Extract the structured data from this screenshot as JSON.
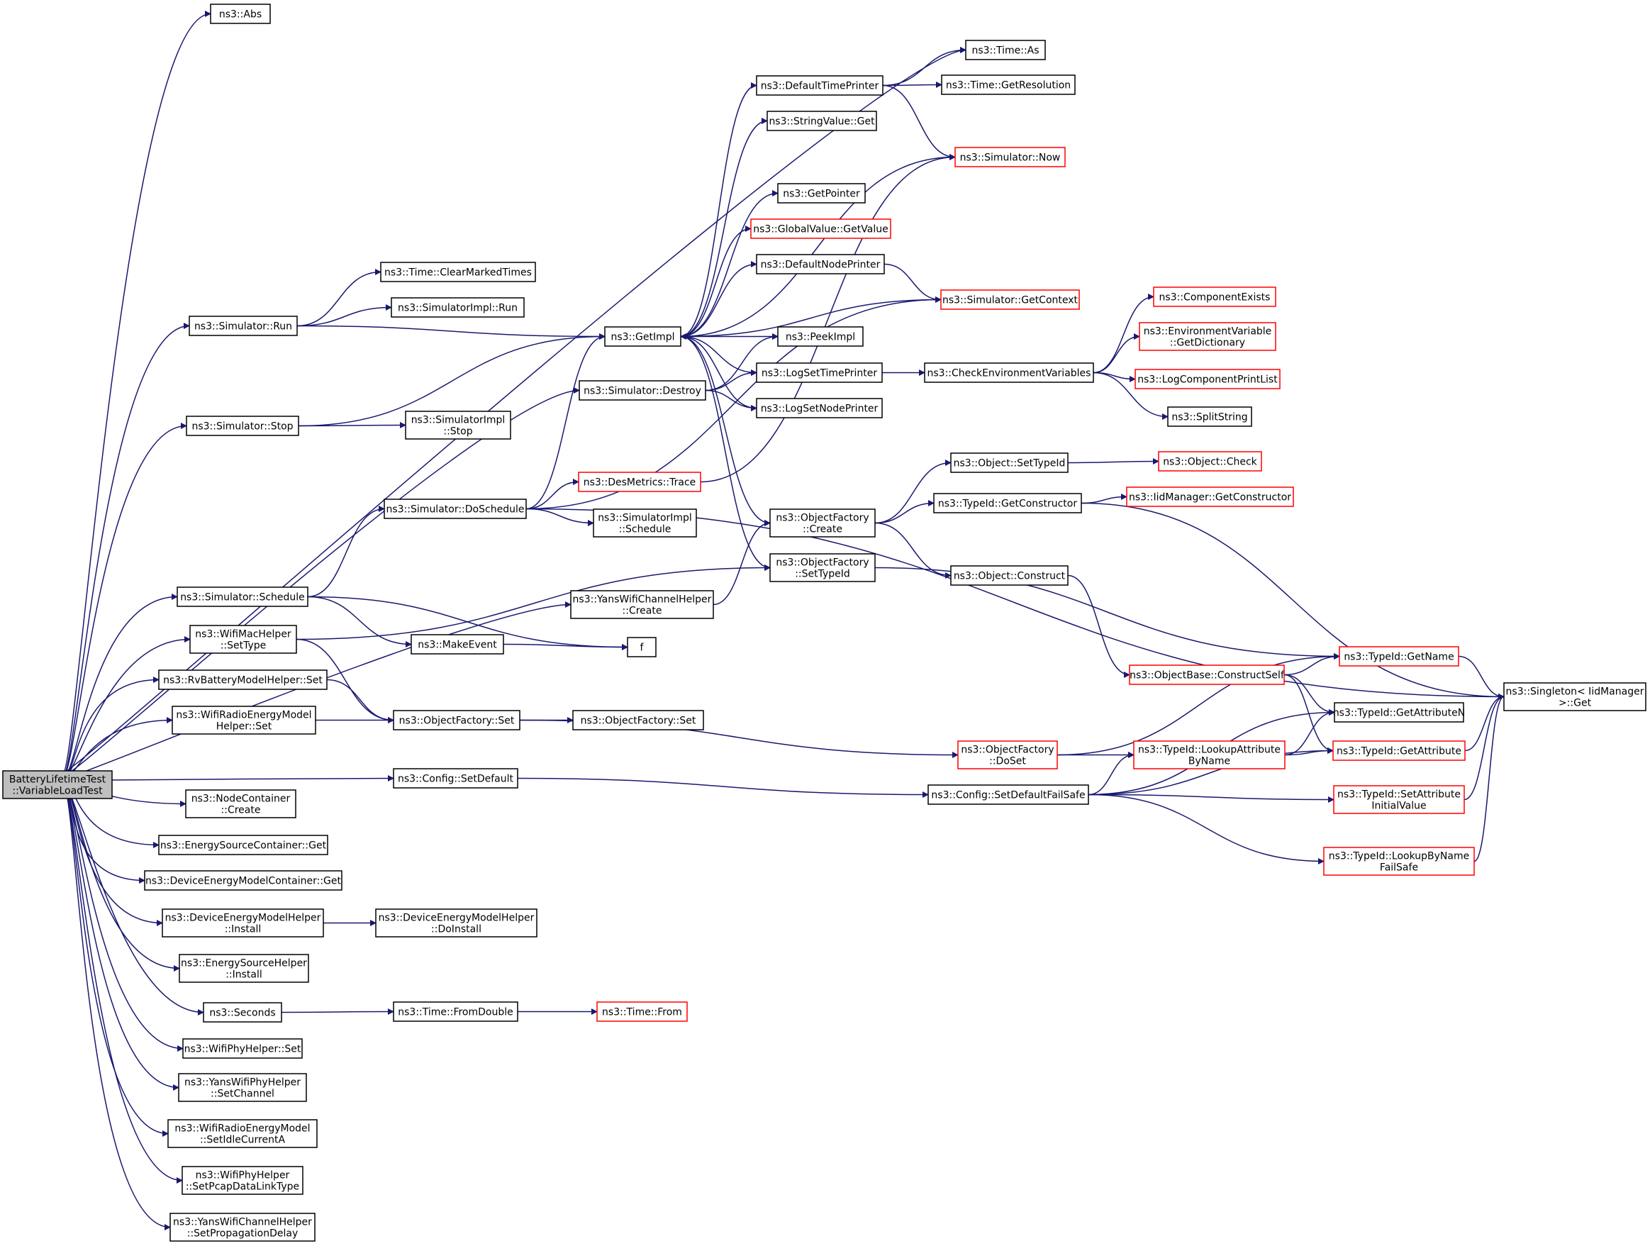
{
  "colors": {
    "edge": "#191970",
    "node_border_black": "#000000",
    "node_border_red": "#ff0000",
    "root_fill": "#bfbfbf",
    "node_fill": "#ffffff"
  },
  "nodes": [
    {
      "id": "root",
      "label": [
        "BatteryLifetimeTest",
        "::VariableLoadTest"
      ],
      "border": "black",
      "root": true
    },
    {
      "id": "abs",
      "label": [
        "ns3::Abs"
      ],
      "border": "black"
    },
    {
      "id": "time_as",
      "label": [
        "ns3::Time::As"
      ],
      "border": "black"
    },
    {
      "id": "dtp",
      "label": [
        "ns3::DefaultTimePrinter"
      ],
      "border": "black"
    },
    {
      "id": "time_getres",
      "label": [
        "ns3::Time::GetResolution"
      ],
      "border": "black"
    },
    {
      "id": "strval_get",
      "label": [
        "ns3::StringValue::Get"
      ],
      "border": "black"
    },
    {
      "id": "sim_now",
      "label": [
        "ns3::Simulator::Now"
      ],
      "border": "red"
    },
    {
      "id": "getpointer",
      "label": [
        "ns3::GetPointer"
      ],
      "border": "black"
    },
    {
      "id": "gv_getvalue",
      "label": [
        "ns3::GlobalValue::GetValue"
      ],
      "border": "red"
    },
    {
      "id": "dnp",
      "label": [
        "ns3::DefaultNodePrinter"
      ],
      "border": "black"
    },
    {
      "id": "time_clear",
      "label": [
        "ns3::Time::ClearMarkedTimes"
      ],
      "border": "black"
    },
    {
      "id": "simimpl_run",
      "label": [
        "ns3::SimulatorImpl::Run"
      ],
      "border": "black"
    },
    {
      "id": "sim_run",
      "label": [
        "ns3::Simulator::Run"
      ],
      "border": "black"
    },
    {
      "id": "getimpl",
      "label": [
        "ns3::GetImpl"
      ],
      "border": "black"
    },
    {
      "id": "sim_getctx",
      "label": [
        "ns3::Simulator::GetContext"
      ],
      "border": "red"
    },
    {
      "id": "compexists",
      "label": [
        "ns3::ComponentExists"
      ],
      "border": "red"
    },
    {
      "id": "envvar",
      "label": [
        "ns3::EnvironmentVariable",
        "::GetDictionary"
      ],
      "border": "red"
    },
    {
      "id": "peekimpl",
      "label": [
        "ns3::PeekImpl"
      ],
      "border": "black"
    },
    {
      "id": "logsettime",
      "label": [
        "ns3::LogSetTimePrinter"
      ],
      "border": "black"
    },
    {
      "id": "checkenv",
      "label": [
        "ns3::CheckEnvironmentVariables"
      ],
      "border": "black"
    },
    {
      "id": "logcomp",
      "label": [
        "ns3::LogComponentPrintList"
      ],
      "border": "red"
    },
    {
      "id": "sim_destroy",
      "label": [
        "ns3::Simulator::Destroy"
      ],
      "border": "black"
    },
    {
      "id": "logsetnode",
      "label": [
        "ns3::LogSetNodePrinter"
      ],
      "border": "black"
    },
    {
      "id": "splitstring",
      "label": [
        "ns3::SplitString"
      ],
      "border": "black"
    },
    {
      "id": "sim_stop",
      "label": [
        "ns3::Simulator::Stop"
      ],
      "border": "black"
    },
    {
      "id": "simimpl_stop",
      "label": [
        "ns3::SimulatorImpl",
        "::Stop"
      ],
      "border": "black"
    },
    {
      "id": "obj_settypeid",
      "label": [
        "ns3::Object::SetTypeId"
      ],
      "border": "black"
    },
    {
      "id": "obj_check",
      "label": [
        "ns3::Object::Check"
      ],
      "border": "red"
    },
    {
      "id": "desmetrics",
      "label": [
        "ns3::DesMetrics::Trace"
      ],
      "border": "red"
    },
    {
      "id": "sim_dosched",
      "label": [
        "ns3::Simulator::DoSchedule"
      ],
      "border": "black"
    },
    {
      "id": "typeid_getctor",
      "label": [
        "ns3::TypeId::GetConstructor"
      ],
      "border": "black"
    },
    {
      "id": "iid_getctor",
      "label": [
        "ns3::IidManager::GetConstructor"
      ],
      "border": "red"
    },
    {
      "id": "of_create",
      "label": [
        "ns3::ObjectFactory",
        "::Create"
      ],
      "border": "black"
    },
    {
      "id": "simimpl_sched",
      "label": [
        "ns3::SimulatorImpl",
        "::Schedule"
      ],
      "border": "black"
    },
    {
      "id": "of_settypeid",
      "label": [
        "ns3::ObjectFactory",
        "::SetTypeId"
      ],
      "border": "black"
    },
    {
      "id": "obj_construct",
      "label": [
        "ns3::Object::Construct"
      ],
      "border": "black"
    },
    {
      "id": "sim_schedule",
      "label": [
        "ns3::Simulator::Schedule"
      ],
      "border": "black"
    },
    {
      "id": "yans_ch_create",
      "label": [
        "ns3::YansWifiChannelHelper",
        "::Create"
      ],
      "border": "black"
    },
    {
      "id": "wifimac_settype",
      "label": [
        "ns3::WifiMacHelper",
        "::SetType"
      ],
      "border": "black"
    },
    {
      "id": "makeevent",
      "label": [
        "ns3::MakeEvent"
      ],
      "border": "black"
    },
    {
      "id": "f",
      "label": [
        "f"
      ],
      "border": "black"
    },
    {
      "id": "objbase_cs",
      "label": [
        "ns3::ObjectBase::ConstructSelf"
      ],
      "border": "red"
    },
    {
      "id": "typeid_getname",
      "label": [
        "ns3::TypeId::GetName"
      ],
      "border": "red"
    },
    {
      "id": "singleton_get",
      "label": [
        "ns3::Singleton< IidManager",
        " >::Get"
      ],
      "border": "black"
    },
    {
      "id": "rvbat_set",
      "label": [
        "ns3::RvBatteryModelHelper::Set"
      ],
      "border": "black"
    },
    {
      "id": "typeid_getattrn",
      "label": [
        "ns3::TypeId::GetAttributeN"
      ],
      "border": "black"
    },
    {
      "id": "wifiradio_set",
      "label": [
        "ns3::WifiRadioEnergyModel",
        "Helper::Set"
      ],
      "border": "black"
    },
    {
      "id": "of_set",
      "label": [
        "ns3::ObjectFactory::Set"
      ],
      "border": "black"
    },
    {
      "id": "of_set2",
      "label": [
        "ns3::ObjectFactory::Set"
      ],
      "border": "black"
    },
    {
      "id": "of_doset",
      "label": [
        "ns3::ObjectFactory",
        "::DoSet"
      ],
      "border": "red"
    },
    {
      "id": "typeid_lookupattr",
      "label": [
        "ns3::TypeId::LookupAttribute",
        "ByName"
      ],
      "border": "red"
    },
    {
      "id": "typeid_getattr",
      "label": [
        "ns3::TypeId::GetAttribute"
      ],
      "border": "red"
    },
    {
      "id": "config_setdefault",
      "label": [
        "ns3::Config::SetDefault"
      ],
      "border": "black"
    },
    {
      "id": "config_sdfs",
      "label": [
        "ns3::Config::SetDefaultFailSafe"
      ],
      "border": "black"
    },
    {
      "id": "typeid_setattrinit",
      "label": [
        "ns3::TypeId::SetAttribute",
        "InitialValue"
      ],
      "border": "red"
    },
    {
      "id": "nodecont_create",
      "label": [
        "ns3::NodeContainer",
        "::Create"
      ],
      "border": "black"
    },
    {
      "id": "escont_get",
      "label": [
        "ns3::EnergySourceContainer::Get"
      ],
      "border": "black"
    },
    {
      "id": "typeid_lookupname",
      "label": [
        "ns3::TypeId::LookupByName",
        "FailSafe"
      ],
      "border": "red"
    },
    {
      "id": "demcont_get",
      "label": [
        "ns3::DeviceEnergyModelContainer::Get"
      ],
      "border": "black"
    },
    {
      "id": "demh_install",
      "label": [
        "ns3::DeviceEnergyModelHelper",
        "::Install"
      ],
      "border": "black"
    },
    {
      "id": "demh_doinstall",
      "label": [
        "ns3::DeviceEnergyModelHelper",
        "::DoInstall"
      ],
      "border": "black"
    },
    {
      "id": "esh_install",
      "label": [
        "ns3::EnergySourceHelper",
        "::Install"
      ],
      "border": "black"
    },
    {
      "id": "seconds",
      "label": [
        "ns3::Seconds"
      ],
      "border": "black"
    },
    {
      "id": "time_fromdouble",
      "label": [
        "ns3::Time::FromDouble"
      ],
      "border": "black"
    },
    {
      "id": "time_from",
      "label": [
        "ns3::Time::From"
      ],
      "border": "red"
    },
    {
      "id": "wifiphy_set",
      "label": [
        "ns3::WifiPhyHelper::Set"
      ],
      "border": "black"
    },
    {
      "id": "yansphy_setch",
      "label": [
        "ns3::YansWifiPhyHelper",
        "::SetChannel"
      ],
      "border": "black"
    },
    {
      "id": "wifiradio_idle",
      "label": [
        "ns3::WifiRadioEnergyModel",
        "::SetIdleCurrentA"
      ],
      "border": "black"
    },
    {
      "id": "wifiphy_pcap",
      "label": [
        "ns3::WifiPhyHelper",
        "::SetPcapDataLinkType"
      ],
      "border": "black"
    },
    {
      "id": "yansch_setprop",
      "label": [
        "ns3::YansWifiChannelHelper",
        "::SetPropagationDelay"
      ],
      "border": "black"
    }
  ],
  "edges": [
    [
      "root",
      "abs"
    ],
    [
      "root",
      "time_as"
    ],
    [
      "root",
      "sim_run"
    ],
    [
      "root",
      "sim_stop"
    ],
    [
      "root",
      "sim_destroy"
    ],
    [
      "root",
      "sim_schedule"
    ],
    [
      "root",
      "yans_ch_create"
    ],
    [
      "root",
      "wifimac_settype"
    ],
    [
      "root",
      "rvbat_set"
    ],
    [
      "root",
      "wifiradio_set"
    ],
    [
      "root",
      "config_setdefault"
    ],
    [
      "root",
      "nodecont_create"
    ],
    [
      "root",
      "escont_get"
    ],
    [
      "root",
      "demcont_get"
    ],
    [
      "root",
      "demh_install"
    ],
    [
      "root",
      "esh_install"
    ],
    [
      "root",
      "seconds"
    ],
    [
      "root",
      "wifiphy_set"
    ],
    [
      "root",
      "yansphy_setch"
    ],
    [
      "root",
      "wifiradio_idle"
    ],
    [
      "root",
      "wifiphy_pcap"
    ],
    [
      "root",
      "yansch_setprop"
    ],
    [
      "dtp",
      "time_as"
    ],
    [
      "dtp",
      "time_getres"
    ],
    [
      "dtp",
      "sim_now"
    ],
    [
      "sim_now",
      "getimpl"
    ],
    [
      "dnp",
      "sim_getctx"
    ],
    [
      "sim_getctx",
      "getimpl"
    ],
    [
      "sim_run",
      "time_clear"
    ],
    [
      "sim_run",
      "simimpl_run"
    ],
    [
      "sim_run",
      "getimpl"
    ],
    [
      "getimpl",
      "dtp"
    ],
    [
      "getimpl",
      "strval_get"
    ],
    [
      "getimpl",
      "getpointer"
    ],
    [
      "getimpl",
      "gv_getvalue"
    ],
    [
      "getimpl",
      "dnp"
    ],
    [
      "getimpl",
      "peekimpl"
    ],
    [
      "getimpl",
      "logsettime"
    ],
    [
      "getimpl",
      "logsetnode"
    ],
    [
      "getimpl",
      "of_create"
    ],
    [
      "getimpl",
      "of_settypeid"
    ],
    [
      "logsettime",
      "checkenv"
    ],
    [
      "checkenv",
      "compexists"
    ],
    [
      "checkenv",
      "envvar"
    ],
    [
      "checkenv",
      "logcomp"
    ],
    [
      "checkenv",
      "splitstring"
    ],
    [
      "sim_destroy",
      "peekimpl"
    ],
    [
      "sim_destroy",
      "logsettime"
    ],
    [
      "sim_destroy",
      "logsetnode"
    ],
    [
      "sim_stop",
      "getimpl"
    ],
    [
      "sim_stop",
      "simimpl_stop"
    ],
    [
      "obj_settypeid",
      "obj_check"
    ],
    [
      "sim_dosched",
      "getimpl"
    ],
    [
      "sim_dosched",
      "sim_getctx"
    ],
    [
      "sim_dosched",
      "desmetrics"
    ],
    [
      "sim_dosched",
      "simimpl_sched"
    ],
    [
      "sim_dosched",
      "singleton_get"
    ],
    [
      "desmetrics",
      "sim_now"
    ],
    [
      "typeid_getctor",
      "iid_getctor"
    ],
    [
      "typeid_getctor",
      "singleton_get"
    ],
    [
      "of_create",
      "obj_settypeid"
    ],
    [
      "of_create",
      "typeid_getctor"
    ],
    [
      "of_create",
      "obj_construct"
    ],
    [
      "of_settypeid",
      "typeid_getname"
    ],
    [
      "obj_construct",
      "objbase_cs"
    ],
    [
      "sim_schedule",
      "sim_dosched"
    ],
    [
      "sim_schedule",
      "makeevent"
    ],
    [
      "sim_schedule",
      "f"
    ],
    [
      "yans_ch_create",
      "of_create"
    ],
    [
      "wifimac_settype",
      "of_settypeid"
    ],
    [
      "wifimac_settype",
      "of_set"
    ],
    [
      "makeevent",
      "f"
    ],
    [
      "objbase_cs",
      "typeid_getname"
    ],
    [
      "objbase_cs",
      "typeid_getattrn"
    ],
    [
      "objbase_cs",
      "typeid_getattr"
    ],
    [
      "typeid_getname",
      "singleton_get"
    ],
    [
      "rvbat_set",
      "of_set"
    ],
    [
      "wifiradio_set",
      "of_set"
    ],
    [
      "of_set",
      "of_set2"
    ],
    [
      "of_set",
      "of_doset"
    ],
    [
      "of_doset",
      "typeid_getname"
    ],
    [
      "of_doset",
      "typeid_lookupattr"
    ],
    [
      "typeid_lookupattr",
      "typeid_getattrn"
    ],
    [
      "typeid_lookupattr",
      "typeid_getattr"
    ],
    [
      "typeid_getattr",
      "singleton_get"
    ],
    [
      "config_setdefault",
      "config_sdfs"
    ],
    [
      "config_sdfs",
      "typeid_lookupattr"
    ],
    [
      "config_sdfs",
      "typeid_getattrn"
    ],
    [
      "config_sdfs",
      "typeid_getattr"
    ],
    [
      "config_sdfs",
      "typeid_setattrinit"
    ],
    [
      "config_sdfs",
      "typeid_lookupname"
    ],
    [
      "typeid_setattrinit",
      "singleton_get"
    ],
    [
      "typeid_lookupname",
      "singleton_get"
    ],
    [
      "demh_install",
      "demh_doinstall"
    ],
    [
      "seconds",
      "time_fromdouble"
    ],
    [
      "time_fromdouble",
      "time_from"
    ]
  ]
}
